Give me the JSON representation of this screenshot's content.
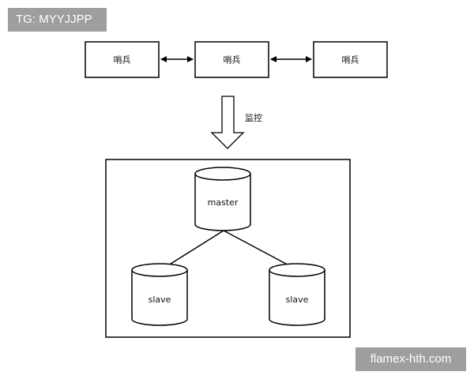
{
  "watermarks": {
    "top_left": "TG: MYYJJPP",
    "bottom_right": "flamex-hth.com"
  },
  "sentinels": [
    {
      "label": "哨兵"
    },
    {
      "label": "哨兵"
    },
    {
      "label": "哨兵"
    }
  ],
  "monitor_label": "监控",
  "cluster": {
    "master": "master",
    "slaves": [
      "slave",
      "slave"
    ]
  },
  "colors": {
    "stroke": "#000000",
    "background": "#ffffff",
    "badge": "#9e9e9e"
  }
}
